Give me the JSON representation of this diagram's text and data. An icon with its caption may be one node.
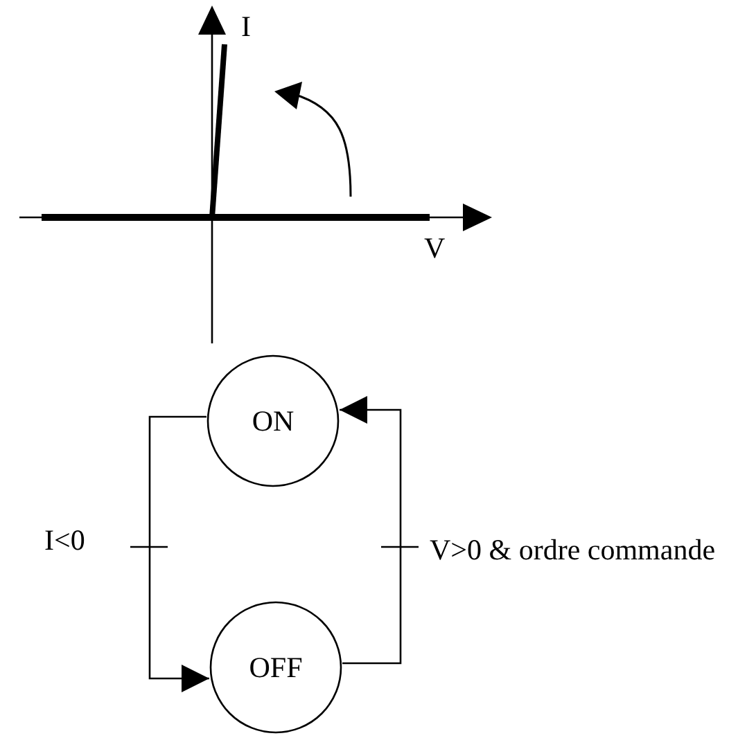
{
  "diagram": {
    "nodes": [
      {
        "text": [
          "ON"
        ]
      },
      {
        "text": [
          "OFF"
        ]
      }
    ],
    "edges": [
      {
        "from": 0,
        "to": 1,
        "arrow": "to",
        "label": "I<0"
      },
      {
        "from": 1,
        "to": 0,
        "arrow": "to",
        "label": "V>0 & ordre commande"
      }
    ],
    "labels": [
      "I",
      "V"
    ]
  }
}
